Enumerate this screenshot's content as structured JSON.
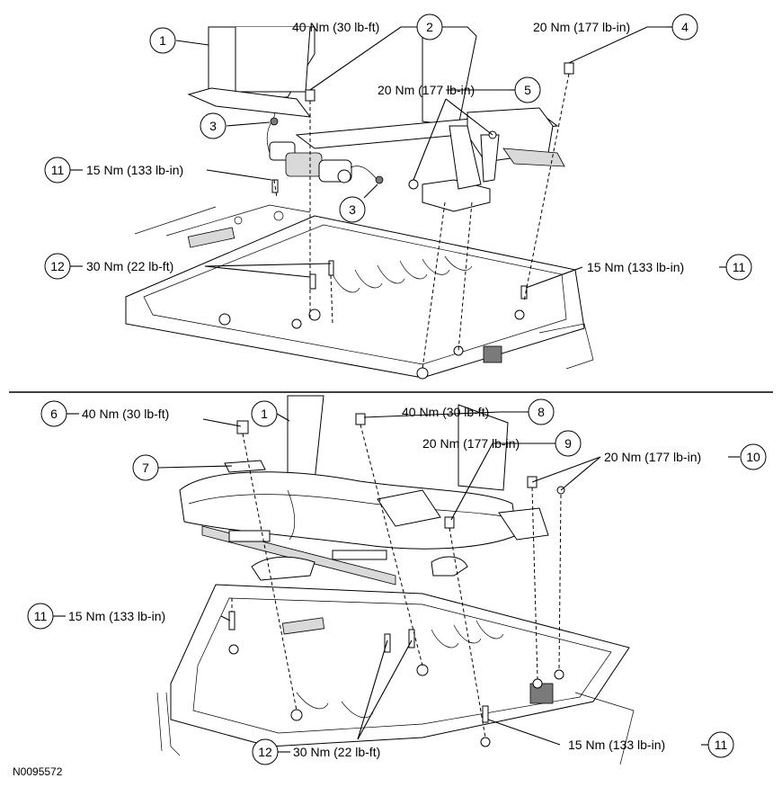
{
  "callouts": {
    "c1": "1",
    "c2": "2",
    "c3": "3",
    "c4": "4",
    "c5": "5",
    "c6": "6",
    "c7": "7",
    "c8": "8",
    "c9": "9",
    "c10": "10",
    "c11": "11",
    "c12": "12"
  },
  "torque": {
    "t40nm": "40 Nm (30 lb-ft)",
    "t20nm": "20 Nm (177 lb-in)",
    "t15nm": "15 Nm (133 lb-in)",
    "t30nm": "30 Nm (22 lb-ft)"
  },
  "figure_id": "N0095572"
}
